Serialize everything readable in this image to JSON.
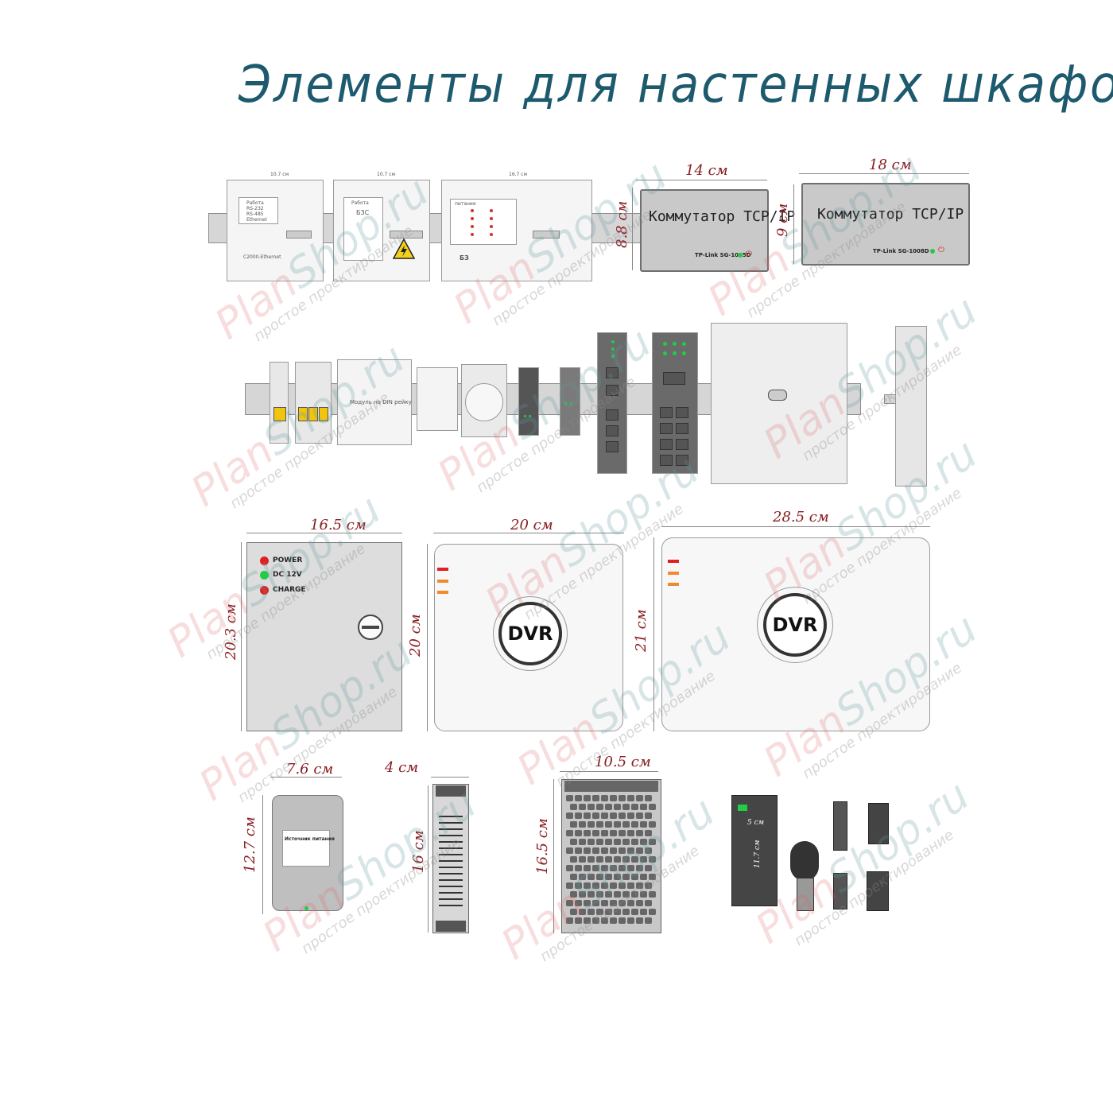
{
  "title": "Элементы для настенных шкафов",
  "watermark": {
    "brand_a": "Plan",
    "brand_b": "Shop.ru",
    "tagline": "простое проектирование"
  },
  "row1": {
    "c2000": {
      "width_label": "10.7 см",
      "lines": [
        "Работа",
        "RS-232",
        "RS-485",
        "Ethernet"
      ],
      "name": "С2000-Ethernet"
    },
    "bzs": {
      "width_label": "10.7 см",
      "title": "Работа",
      "sub": "БЗС"
    },
    "bz": {
      "width_label": "16.7 см",
      "title": "питание",
      "name": "БЗ"
    },
    "switch_small": {
      "width_label": "14 см",
      "height_label": "8.8 см",
      "label": "Коммутатор TCP/IP",
      "model": "TP-Link SG-1005D"
    },
    "switch_large": {
      "width_label": "18 см",
      "height_label": "9 см",
      "label": "Коммутатор TCP/IP",
      "model": "TP-Link SG-1008D"
    }
  },
  "row2": {
    "relay_label": "Модуль на DIN рейку"
  },
  "row3": {
    "psu_box": {
      "width_label": "16.5 см",
      "height_label": "20.3 см",
      "indicators": [
        "POWER",
        "DC 12V",
        "CHARGE"
      ]
    },
    "dvr_small": {
      "width_label": "20 см",
      "height_label": "20 см",
      "logo": "DVR"
    },
    "dvr_large": {
      "width_label": "28.5 см",
      "height_label": "21 см",
      "logo": "DVR"
    }
  },
  "row4": {
    "power_source": {
      "width_label": "7.6 см",
      "height_label": "12.7 см",
      "label": "Источник питания"
    },
    "din_psu": {
      "width_label": "4 см",
      "height_label": "16 см"
    },
    "mesh_psu": {
      "width_label": "10.5 см",
      "height_label": "16.5 см"
    },
    "adapter": {
      "width_label": "5 см",
      "height_label": "11.7 см"
    }
  },
  "colors": {
    "title": "#1d5a6e",
    "dimension": "#8a1e22",
    "led_red": "#e02020",
    "led_green": "#22cc44",
    "led_orange": "#f08a30"
  }
}
